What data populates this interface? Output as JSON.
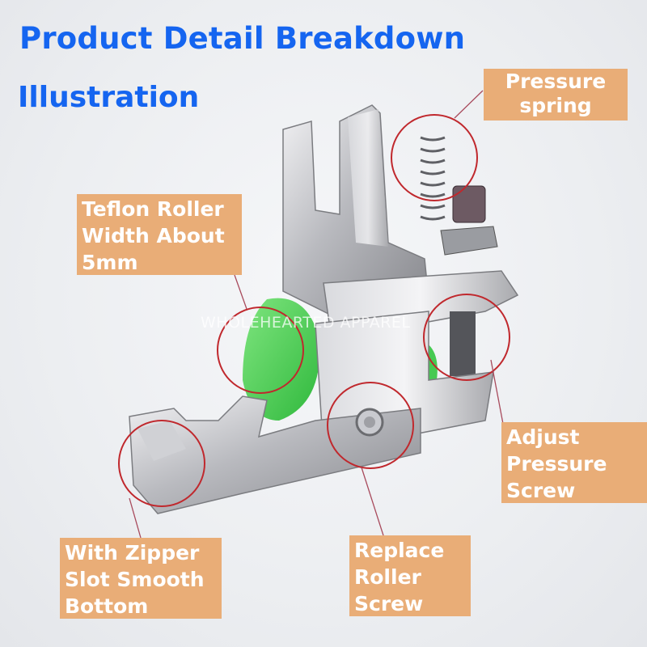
{
  "header": {
    "title": "Product Detail Breakdown",
    "subtitle": "Illustration"
  },
  "watermark": "WHOLEHEARTED APPAREL",
  "callouts": [
    {
      "id": "pressure-spring",
      "lines": [
        "Pressure",
        "spring"
      ]
    },
    {
      "id": "teflon-roller",
      "lines": [
        "Teflon Roller",
        "Width About",
        "5mm"
      ]
    },
    {
      "id": "adjust-pressure-screw",
      "lines": [
        "Adjust",
        "Pressure",
        "Screw"
      ]
    },
    {
      "id": "zipper-slot",
      "lines": [
        "With Zipper",
        "Slot Smooth",
        "Bottom"
      ]
    },
    {
      "id": "replace-roller-screw",
      "lines": [
        "Replace",
        "Roller",
        "Screw"
      ]
    }
  ],
  "colors": {
    "title": "#1565f0",
    "label_bg": "#e9ad77",
    "label_text": "#ffffff",
    "circle": "#c0282d",
    "roller": "#4fd45a"
  }
}
